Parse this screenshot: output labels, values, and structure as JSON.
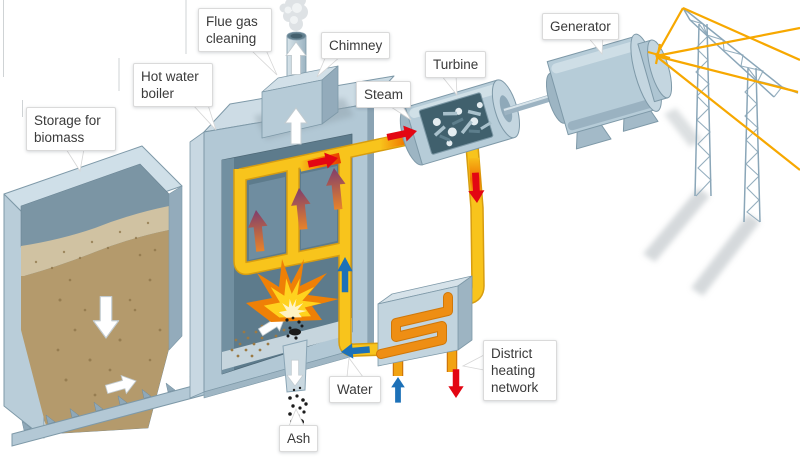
{
  "diagram": {
    "labels": {
      "storage": "Storage for biomass",
      "hot_water_boiler": "Hot water boiler",
      "flue_gas_cleaning": "Flue gas cleaning",
      "chimney": "Chimney",
      "steam": "Steam",
      "turbine": "Turbine",
      "generator": "Generator",
      "water": "Water",
      "ash": "Ash",
      "district_heating_network": "District heating network"
    },
    "colors": {
      "pipe_yellow": "#f8c41c",
      "coil_orange": "#ee8e14",
      "steam_hot_red": "#e23000",
      "arrow_red": "#e30613",
      "arrow_blue": "#1d71b8",
      "flue_gas_purple": "#7f3d6d",
      "power_line_orange": "#f7a800",
      "machine_body": "#b2c8d5",
      "machine_body_light": "#cddce5",
      "machine_body_dark": "#93abbb",
      "boiler_interior": "#5d7b8c",
      "biomass_tan": "#b49a6c",
      "flame_orange": "#ef8006",
      "flame_yellow": "#ffd21e",
      "smoke_gray": "#d9dee1",
      "label_text": "#3a3a3a",
      "white_arrow": "#ffffff"
    }
  }
}
